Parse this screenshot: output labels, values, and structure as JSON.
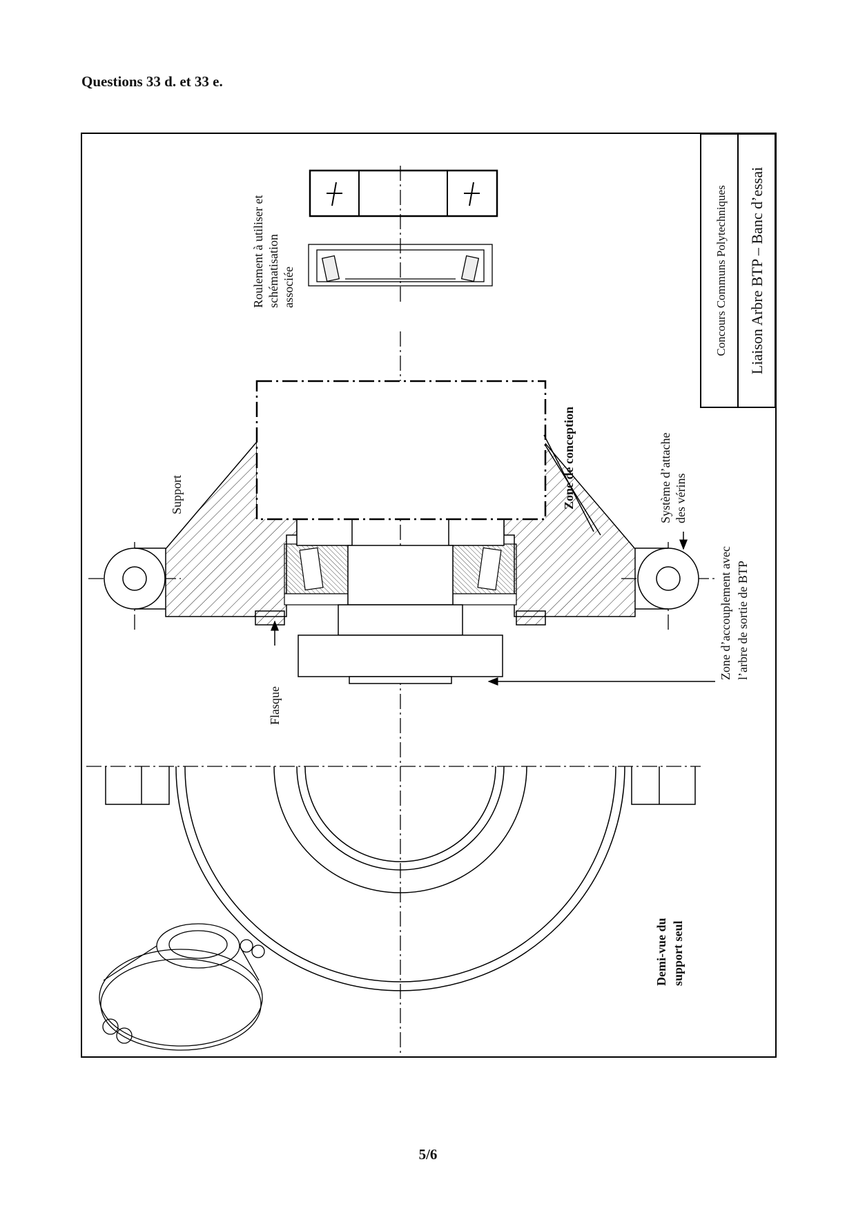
{
  "heading": "Questions 33 d. et 33 e.",
  "title_block": {
    "line1": "Concours Communs Polytechniques",
    "line2": "Liaison Arbre BTP – Banc d’essai"
  },
  "labels": {
    "roulement_1": "Roulement à utiliser et",
    "roulement_2": "schématisation",
    "roulement_3": "associée",
    "support": "Support",
    "zone_conception": "Zone de conception",
    "systeme_1": "Système d’attache",
    "systeme_2": "des vérins",
    "zone_accouplement_1": "Zone d’accouplement avec",
    "zone_accouplement_2": "l’arbre de sortie de BTP",
    "flasque": "Flasque",
    "demi_vue_1": "Demi-vue du",
    "demi_vue_2": "support seul"
  },
  "page_number": "5/6"
}
